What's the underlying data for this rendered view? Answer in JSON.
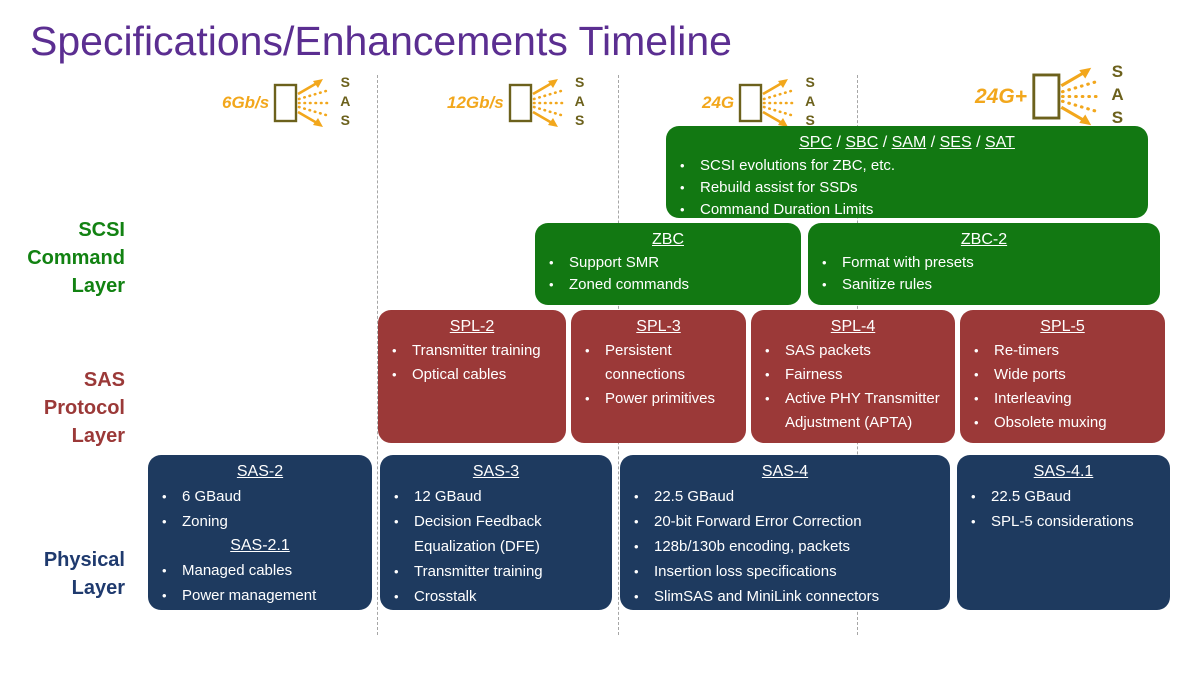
{
  "title": "Specifications/Enhancements Timeline",
  "colors": {
    "title_purple": "#5B2E91",
    "layer_green": "#128212",
    "layer_red": "#9B3938",
    "layer_blue": "#1F3A6E",
    "box_green": "#127812",
    "box_red": "#9B3938",
    "box_blue": "#1E3A5F",
    "logo_orange": "#F2A71C",
    "logo_olive": "#6C611C",
    "dashed_line": "#A6A6A6"
  },
  "logos": [
    {
      "speed": "6Gb/s",
      "brand": "SAS"
    },
    {
      "speed": "12Gb/s",
      "brand": "SAS"
    },
    {
      "speed": "24G",
      "brand": "SAS"
    },
    {
      "speed": "24G+",
      "brand": "SAS"
    }
  ],
  "row_labels": {
    "scsi": {
      "line1": "SCSI",
      "line2": "Command",
      "line3": "Layer"
    },
    "sas": {
      "line1": "SAS",
      "line2": "Protocol",
      "line3": "Layer"
    },
    "physical": {
      "line1": "Physical",
      "line2": "Layer"
    }
  },
  "boxes": {
    "spc": {
      "title_parts": [
        "SPC",
        "SBC",
        "SAM",
        "SES",
        "SAT"
      ],
      "separator": " / ",
      "bullets": [
        "SCSI evolutions for ZBC, etc.",
        "Rebuild assist for SSDs",
        "Command Duration Limits"
      ]
    },
    "zbc": {
      "title": "ZBC",
      "bullets": [
        "Support SMR",
        "Zoned commands"
      ]
    },
    "zbc2": {
      "title": "ZBC-2",
      "bullets": [
        "Format with presets",
        "Sanitize rules"
      ]
    },
    "spl2": {
      "title": "SPL-2",
      "bullets": [
        "Transmitter training",
        "Optical cables"
      ]
    },
    "spl3": {
      "title": "SPL-3",
      "bullets": [
        "Persistent connections",
        "Power primitives"
      ]
    },
    "spl4": {
      "title": "SPL-4",
      "bullets": [
        "SAS packets",
        "Fairness",
        "Active PHY Transmitter Adjustment (APTA)"
      ]
    },
    "spl5": {
      "title": "SPL-5",
      "bullets": [
        "Re-timers",
        "Wide ports",
        "Interleaving",
        "Obsolete muxing"
      ]
    },
    "sas2": {
      "title": "SAS-2",
      "bullets": [
        "6 GBaud",
        "Zoning"
      ],
      "subtitle": "SAS-2.1",
      "sub_bullets": [
        "Managed cables",
        "Power management"
      ]
    },
    "sas3": {
      "title": "SAS-3",
      "bullets": [
        "12 GBaud",
        "Decision Feedback Equalization (DFE)",
        "Transmitter training",
        "Crosstalk"
      ]
    },
    "sas4": {
      "title": "SAS-4",
      "bullets": [
        "22.5 GBaud",
        "20-bit Forward Error Correction",
        "128b/130b encoding, packets",
        "Insertion loss specifications",
        "SlimSAS and MiniLink connectors"
      ]
    },
    "sas41": {
      "title": "SAS-4.1",
      "bullets": [
        "22.5 GBaud",
        "SPL-5 considerations"
      ]
    }
  }
}
